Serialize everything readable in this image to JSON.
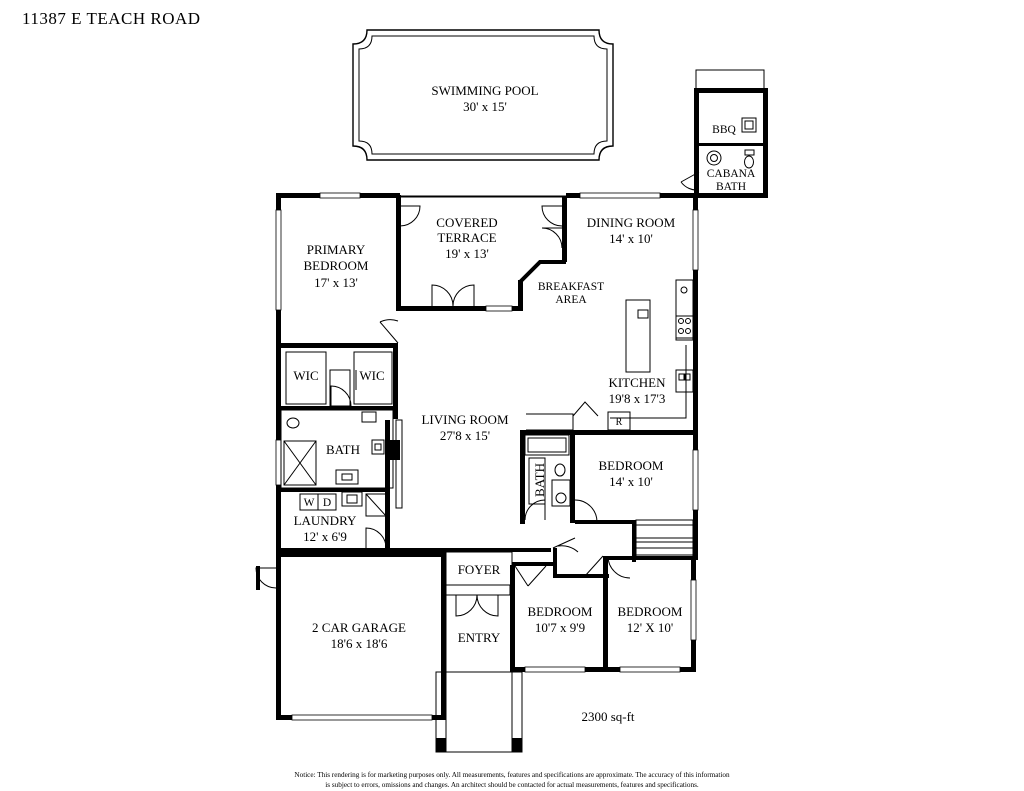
{
  "title": "11387 E TEACH ROAD",
  "rooms": {
    "pool": {
      "name": "SWIMMING POOL",
      "size": "30' x 15'"
    },
    "bbq": {
      "name": "BBQ"
    },
    "cabana_bath": {
      "name1": "CABANA",
      "name2": "BATH"
    },
    "covered_terrace": {
      "name1": "COVERED",
      "name2": "TERRACE",
      "size": "19' x 13'"
    },
    "dining_room": {
      "name": "DINING ROOM",
      "size": "14' x 10'"
    },
    "breakfast_area": {
      "name1": "BREAKFAST",
      "name2": "AREA"
    },
    "primary_bedroom": {
      "name1": "PRIMARY",
      "name2": "BEDROOM",
      "size": "17' x 13'"
    },
    "wic_left": {
      "name": "WIC"
    },
    "wic_right": {
      "name": "WIC"
    },
    "kitchen": {
      "name": "KITCHEN",
      "size": "19'8 x 17'3"
    },
    "fridge": {
      "name": "R"
    },
    "living_room": {
      "name": "LIVING ROOM",
      "size": "27'8 x 15'"
    },
    "primary_bath": {
      "name": "BATH"
    },
    "hall_bath": {
      "name": "BATH"
    },
    "bedroom_east": {
      "name": "BEDROOM",
      "size": "14' x 10'"
    },
    "washer": {
      "name": "W"
    },
    "dryer": {
      "name": "D"
    },
    "laundry": {
      "name": "LAUNDRY",
      "size": "12' x 6'9"
    },
    "foyer": {
      "name": "FOYER"
    },
    "garage": {
      "name": "2 CAR GARAGE",
      "size": "18'6 x 18'6"
    },
    "entry": {
      "name": "ENTRY"
    },
    "bedroom_sw": {
      "name": "BEDROOM",
      "size": "10'7 x 9'9"
    },
    "bedroom_se": {
      "name": "BEDROOM",
      "size": "12' X 10'"
    }
  },
  "area": "2300 sq-ft",
  "notice": {
    "line1": "Notice: This rendering is for marketing purposes only. All measurements, features and specifications are approximate. The accuracy of this information",
    "line2": "is subject to errors, omissions and changes. An architect should be contacted for actual measurements, features and specifications."
  }
}
